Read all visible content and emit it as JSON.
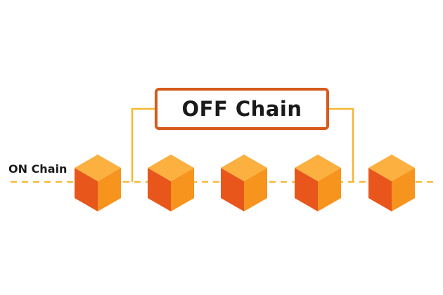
{
  "diagram": {
    "off_chain_label": "OFF Chain",
    "on_chain_label": "ON Chain",
    "block_count": 5,
    "colors": {
      "block_top": "#fbb040",
      "block_front": "#e8561c",
      "block_side": "#f7941d",
      "connector_line": "#f7b731",
      "dashed_chain_line": "#f7b731",
      "off_chain_border": "#d65a1c",
      "text": "#1a1a1a",
      "background": "#ffffff"
    },
    "icons": {
      "block": "cube-icon"
    }
  }
}
